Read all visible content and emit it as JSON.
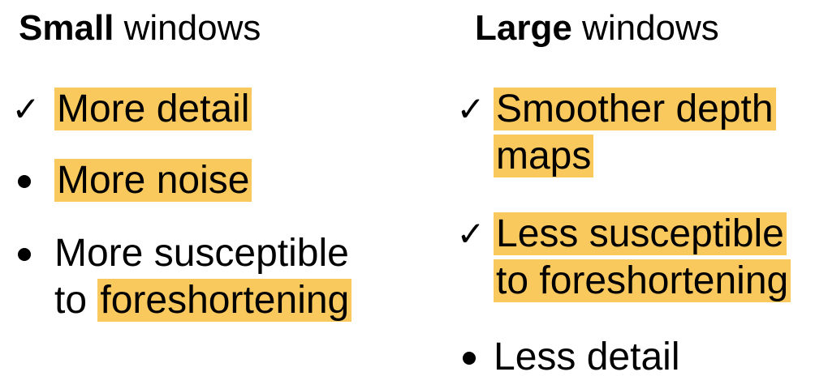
{
  "theme": {
    "highlight_color": "#f9c95e",
    "text_color": "#000000",
    "background": "#ffffff"
  },
  "left": {
    "heading_strong": "Small",
    "heading_rest": " windows",
    "items": [
      {
        "marker": "check-icon",
        "lines": [
          "More detail"
        ],
        "highlight": "full"
      },
      {
        "marker": "bullet",
        "lines": [
          "More noise"
        ],
        "highlight": "full"
      },
      {
        "marker": "bullet",
        "lines": [
          "More susceptible",
          "to foreshortening"
        ],
        "highlight": "partial"
      }
    ],
    "item3_plain_a": "More susceptible",
    "item3_plain_b": "to ",
    "item3_highlight": "foreshortening"
  },
  "right": {
    "heading_strong": "Large",
    "heading_rest": " windows",
    "items": [
      {
        "marker": "check-icon",
        "lines": [
          "Smoother depth",
          "maps"
        ],
        "highlight": "full"
      },
      {
        "marker": "check-icon",
        "lines": [
          "Less susceptible",
          "to foreshortening"
        ],
        "highlight": "full"
      },
      {
        "marker": "bullet",
        "lines": [
          "Less detail"
        ],
        "highlight": "none"
      }
    ]
  },
  "icons": {
    "check_glyph": "✓"
  }
}
